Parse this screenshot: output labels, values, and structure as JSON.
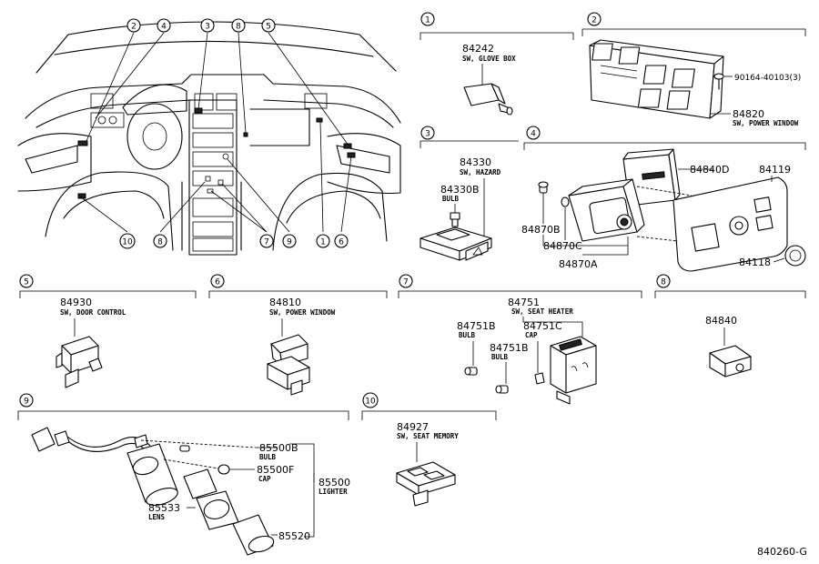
{
  "diagram_code": "840260-G",
  "callouts": [
    "1",
    "2",
    "3",
    "4",
    "5",
    "6",
    "7",
    "8",
    "9",
    "10"
  ],
  "sections": {
    "s1": {
      "num": "1",
      "part": "84242",
      "name": "SW, GLOVE BOX"
    },
    "s2": {
      "num": "2",
      "part": "84820",
      "name": "SW, POWER WINDOW",
      "screw": "90164-40103(3)"
    },
    "s3": {
      "num": "3",
      "part": "84330",
      "name": "SW, HAZARD",
      "bulb_part": "84330B",
      "bulb_name": "BULB"
    },
    "s4": {
      "num": "4",
      "parts": [
        "84840D",
        "84119",
        "84870B",
        "84870C",
        "84870A",
        "84118"
      ]
    },
    "s5": {
      "num": "5",
      "part": "84930",
      "name": "SW, DOOR CONTROL"
    },
    "s6": {
      "num": "6",
      "part": "84810",
      "name": "SW, POWER WINDOW"
    },
    "s7": {
      "num": "7",
      "part": "84751",
      "name": "SW, SEAT HEATER",
      "bulb_part": "84751B",
      "bulb_name": "BULB",
      "bulb2_part": "84751B",
      "bulb2_name": "BULB",
      "cap_part": "84751C",
      "cap_name": "CAP"
    },
    "s8": {
      "num": "8",
      "part": "84840"
    },
    "s9": {
      "num": "9",
      "p1": "85500B",
      "p1_name": "BULB",
      "p2": "85500F",
      "p2_name": "CAP",
      "p3": "85500",
      "p3_name": "LIGHTER",
      "p4": "85533",
      "p4_name": "LENS",
      "p5": "85520"
    },
    "s10": {
      "num": "10",
      "part": "84927",
      "name": "SW, SEAT MEMORY"
    }
  }
}
